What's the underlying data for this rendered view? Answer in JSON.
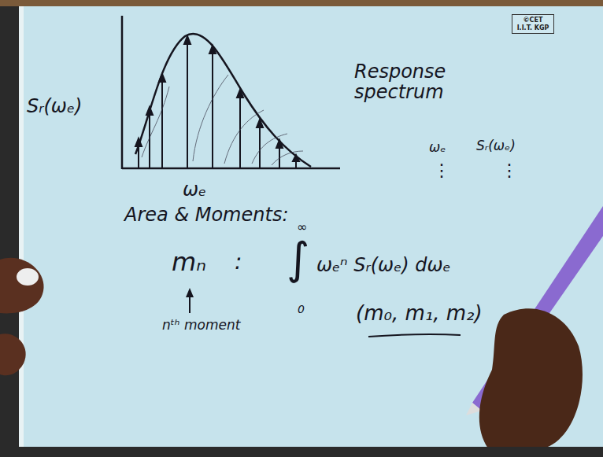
{
  "diagram": {
    "nodes": [
      {
        "text": [
          "©CET I.I.T. KGP"
        ]
      }
    ],
    "labels": [
      "Sᵣ(ωₑ)",
      "ωₑ",
      "Response spectrum",
      "ωₑ",
      "Sᵣ(ωₑ)",
      "⋮",
      "⋮",
      "Area & Moments:",
      "∞",
      "mₙ",
      ":",
      "∫",
      "ωₑⁿ Sᵣ(ωₑ) dωₑ",
      "0",
      "nᵗʰ moment",
      "(m₀, m₁, m₂)"
    ]
  }
}
